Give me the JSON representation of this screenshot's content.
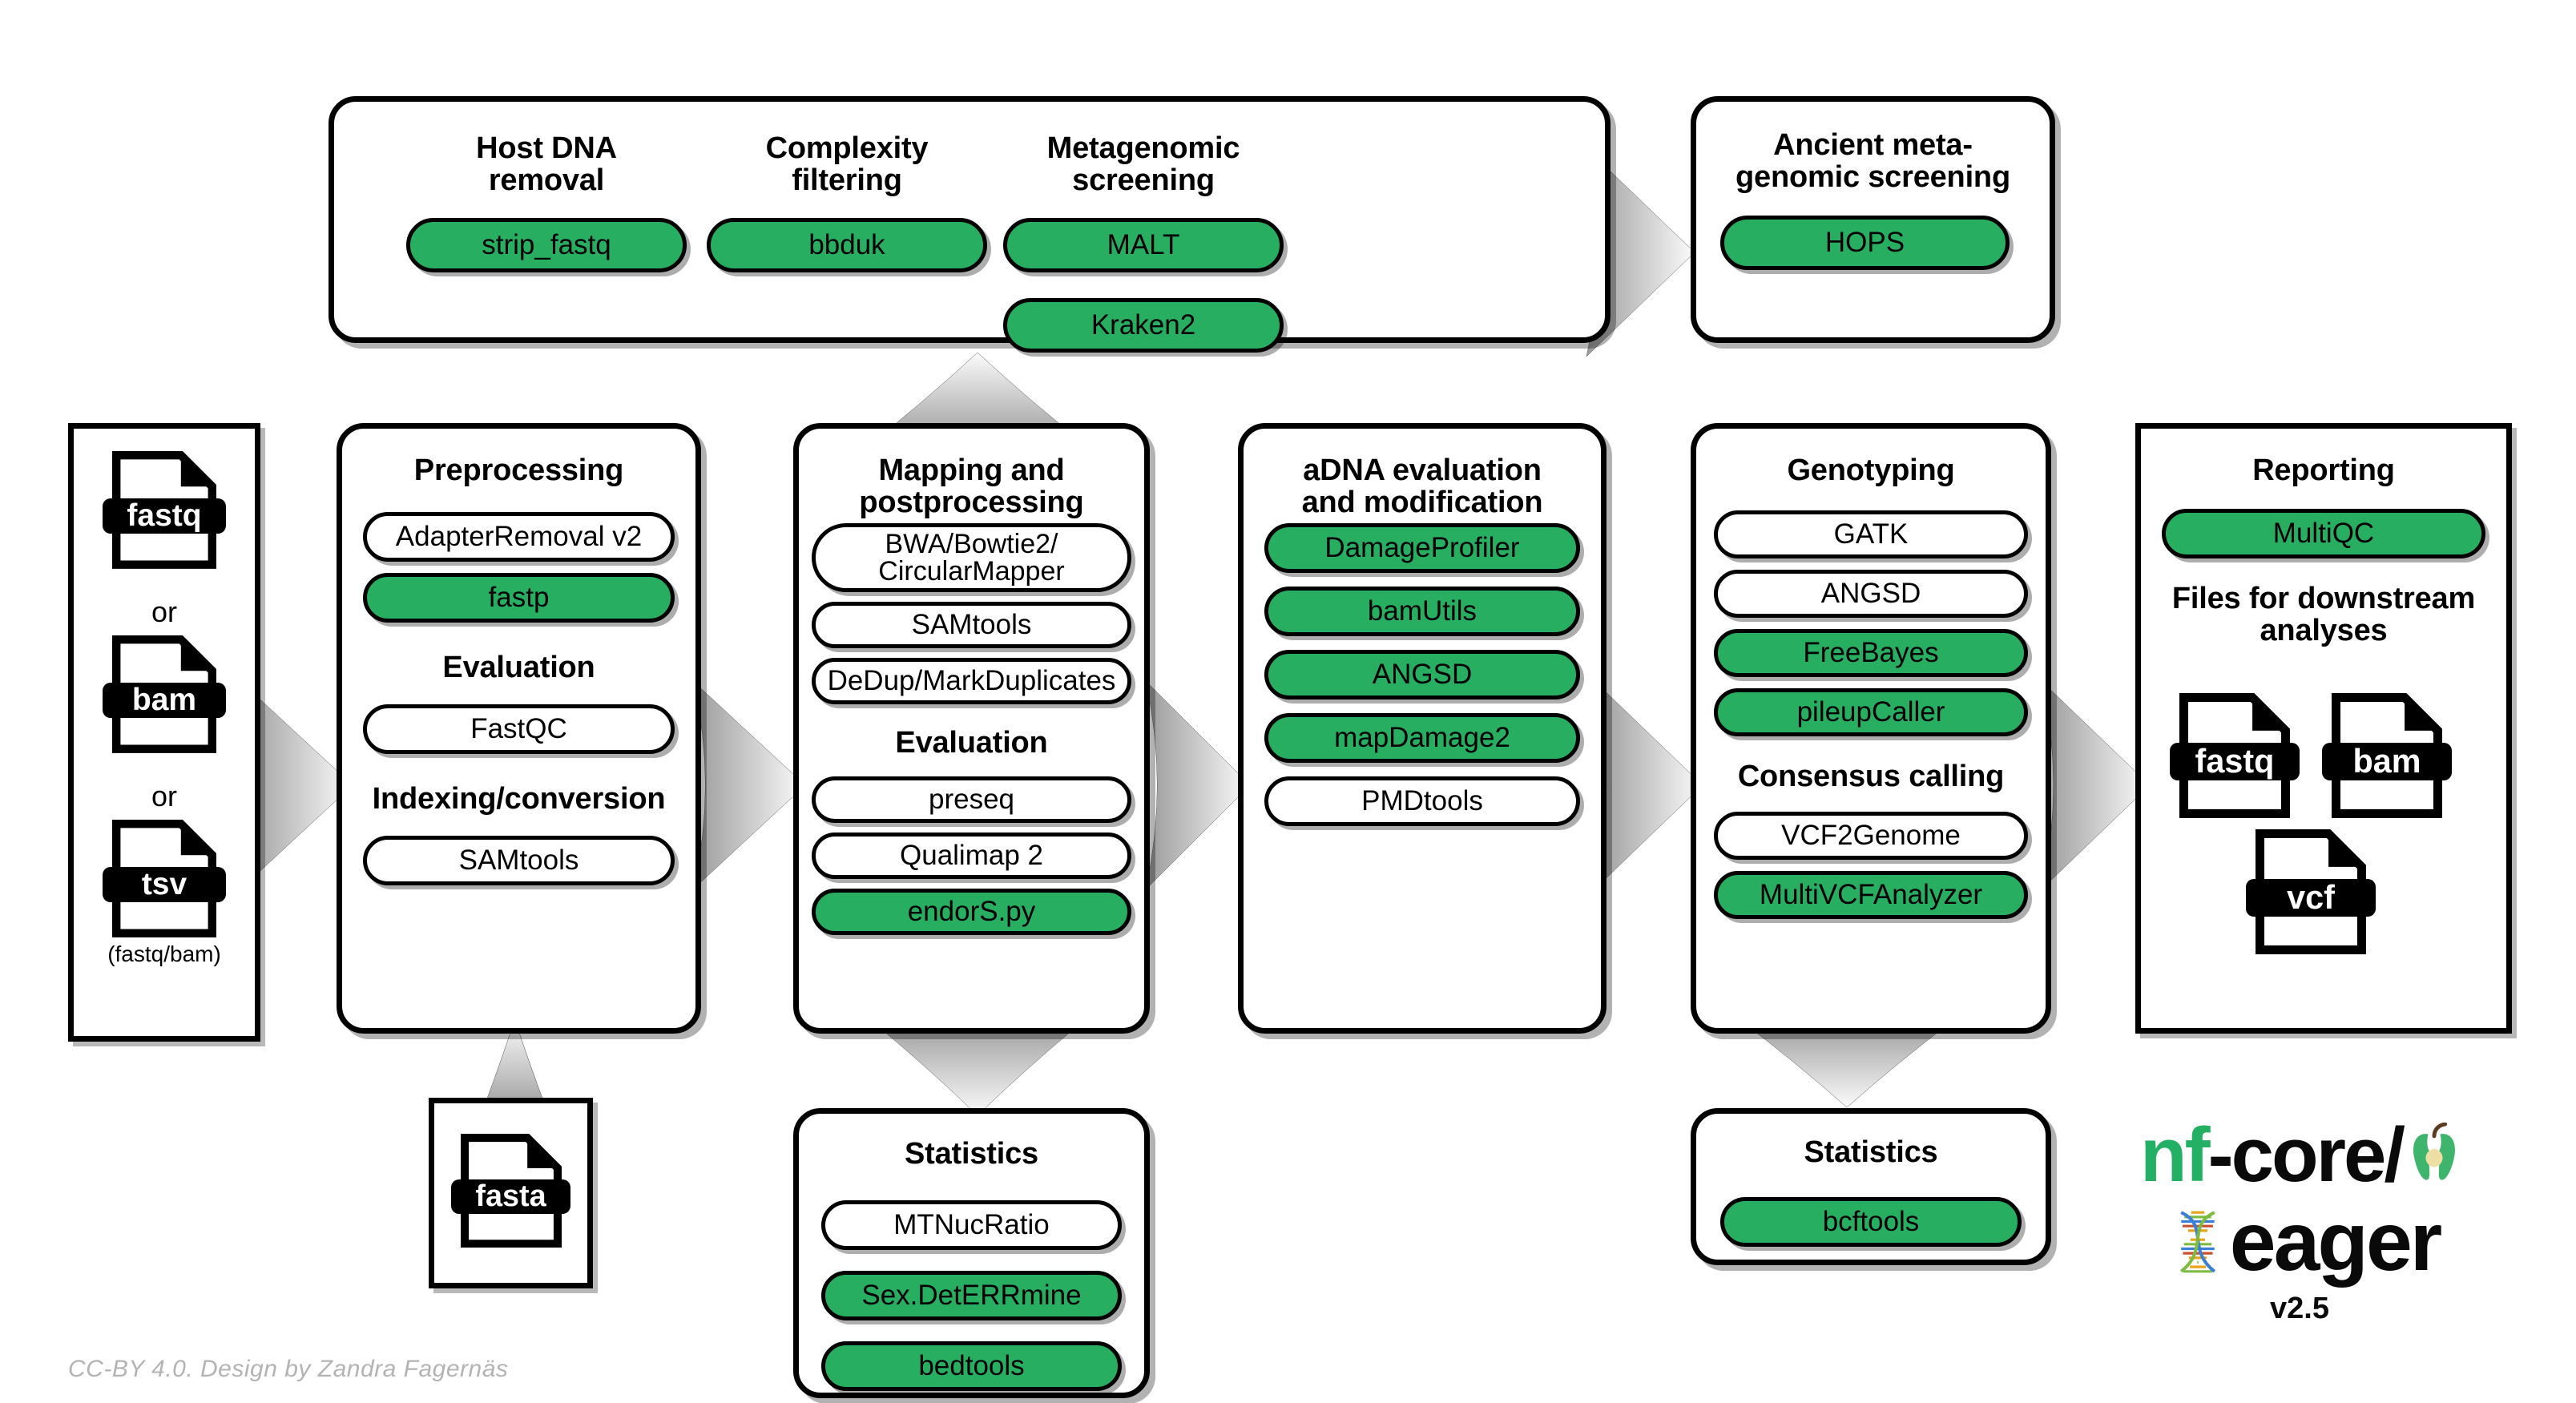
{
  "diagram": {
    "title": "nf-core/eager workflow overview",
    "accent_green": "#27ae60",
    "credit": "CC-BY 4.0. Design by Zandra Fagernäs"
  },
  "logo": {
    "nf": "nf",
    "core": "-core/",
    "eager": "eager",
    "version": "v2.5",
    "apple_icon": "apple-core-icon",
    "dna_icon": "dna-helix-icon"
  },
  "inputs": {
    "files": [
      {
        "label": "fastq"
      },
      {
        "label": "bam"
      },
      {
        "label": "tsv"
      }
    ],
    "or_1": "or",
    "or_2": "or",
    "note": "(fastq/bam)"
  },
  "reference": {
    "file": {
      "label": "fasta"
    }
  },
  "screening_panel": {
    "groups": [
      {
        "heading": "Host DNA\nremoval",
        "tools": [
          {
            "label": "strip_fastq",
            "green": true
          }
        ]
      },
      {
        "heading": "Complexity\nfiltering",
        "tools": [
          {
            "label": "bbduk",
            "green": true
          }
        ]
      },
      {
        "heading": "Metagenomic\nscreening",
        "tools": [
          {
            "label": "MALT",
            "green": true
          },
          {
            "label": "Kraken2",
            "green": true
          }
        ]
      }
    ]
  },
  "ancient_screening": {
    "heading": "Ancient meta-\ngenomic screening",
    "tools": [
      {
        "label": "HOPS",
        "green": true
      }
    ]
  },
  "columns": [
    {
      "id": "preprocessing",
      "heading": "Preprocessing",
      "sections": [
        {
          "heading": null,
          "tools": [
            {
              "label": "AdapterRemoval v2",
              "green": false
            },
            {
              "label": "fastp",
              "green": true
            }
          ]
        },
        {
          "heading": "Evaluation",
          "tools": [
            {
              "label": "FastQC",
              "green": false
            }
          ]
        },
        {
          "heading": "Indexing/conversion",
          "tools": [
            {
              "label": "SAMtools",
              "green": false
            }
          ]
        }
      ]
    },
    {
      "id": "mapping",
      "heading": "Mapping and\npostprocessing",
      "sections": [
        {
          "heading": null,
          "tools": [
            {
              "label": "BWA/Bowtie2/\nCircularMapper",
              "green": false
            },
            {
              "label": "SAMtools",
              "green": false
            },
            {
              "label": "DeDup/MarkDuplicates",
              "green": false
            }
          ]
        },
        {
          "heading": "Evaluation",
          "tools": [
            {
              "label": "preseq",
              "green": false
            },
            {
              "label": "Qualimap 2",
              "green": false
            },
            {
              "label": "endorS.py",
              "green": true
            }
          ]
        }
      ]
    },
    {
      "id": "adna",
      "heading": "aDNA evaluation\nand modification",
      "sections": [
        {
          "heading": null,
          "tools": [
            {
              "label": "DamageProfiler",
              "green": true
            },
            {
              "label": "bamUtils",
              "green": true
            },
            {
              "label": "ANGSD",
              "green": true
            },
            {
              "label": "mapDamage2",
              "green": true
            },
            {
              "label": "PMDtools",
              "green": false
            }
          ]
        }
      ]
    },
    {
      "id": "genotyping",
      "heading": "Genotyping",
      "sections": [
        {
          "heading": null,
          "tools": [
            {
              "label": "GATK",
              "green": false
            },
            {
              "label": "ANGSD",
              "green": false
            },
            {
              "label": "FreeBayes",
              "green": true
            },
            {
              "label": "pileupCaller",
              "green": true
            }
          ]
        },
        {
          "heading": "Consensus calling",
          "tools": [
            {
              "label": "VCF2Genome",
              "green": false
            },
            {
              "label": "MultiVCFAnalyzer",
              "green": true
            }
          ]
        }
      ]
    },
    {
      "id": "reporting",
      "heading": "Reporting",
      "tools": [
        {
          "label": "MultiQC",
          "green": true
        }
      ],
      "downstream_heading": "Files for downstream\nanalyses",
      "downstream_files": [
        {
          "label": "fastq"
        },
        {
          "label": "bam"
        },
        {
          "label": "vcf"
        }
      ]
    }
  ],
  "stats_mapping": {
    "heading": "Statistics",
    "tools": [
      {
        "label": "MTNucRatio",
        "green": false
      },
      {
        "label": "Sex.DetERRmine",
        "green": true
      },
      {
        "label": "bedtools",
        "green": true
      }
    ]
  },
  "stats_genotyping": {
    "heading": "Statistics",
    "tools": [
      {
        "label": "bcftools",
        "green": true
      }
    ]
  }
}
